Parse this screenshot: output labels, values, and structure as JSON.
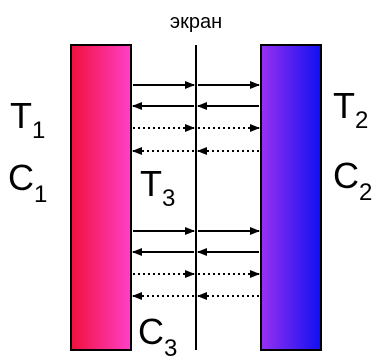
{
  "screen_label": "экран",
  "left_body": {
    "temperature": "T",
    "temperature_sub": "1",
    "capacity": "C",
    "capacity_sub": "1",
    "temp_color": "#e8102a",
    "gradient_start": "#f0103a",
    "gradient_end": "#ff40c8"
  },
  "right_body": {
    "temperature": "T",
    "temperature_sub": "2",
    "capacity": "C",
    "capacity_sub": "2",
    "temp_color": "#1a1ae6",
    "gradient_start": "#9a30f0",
    "gradient_end": "#1010f0"
  },
  "screen": {
    "temperature": "T",
    "temperature_sub": "3",
    "capacity": "C",
    "capacity_sub": "3"
  },
  "arrows": [
    {
      "dir": "right",
      "style": "solid"
    },
    {
      "dir": "left",
      "style": "solid"
    },
    {
      "dir": "right",
      "style": "dotted"
    },
    {
      "dir": "left",
      "style": "dotted"
    },
    {
      "dir": "right",
      "style": "solid"
    },
    {
      "dir": "left",
      "style": "solid"
    },
    {
      "dir": "right",
      "style": "dotted"
    },
    {
      "dir": "left",
      "style": "dotted"
    }
  ]
}
